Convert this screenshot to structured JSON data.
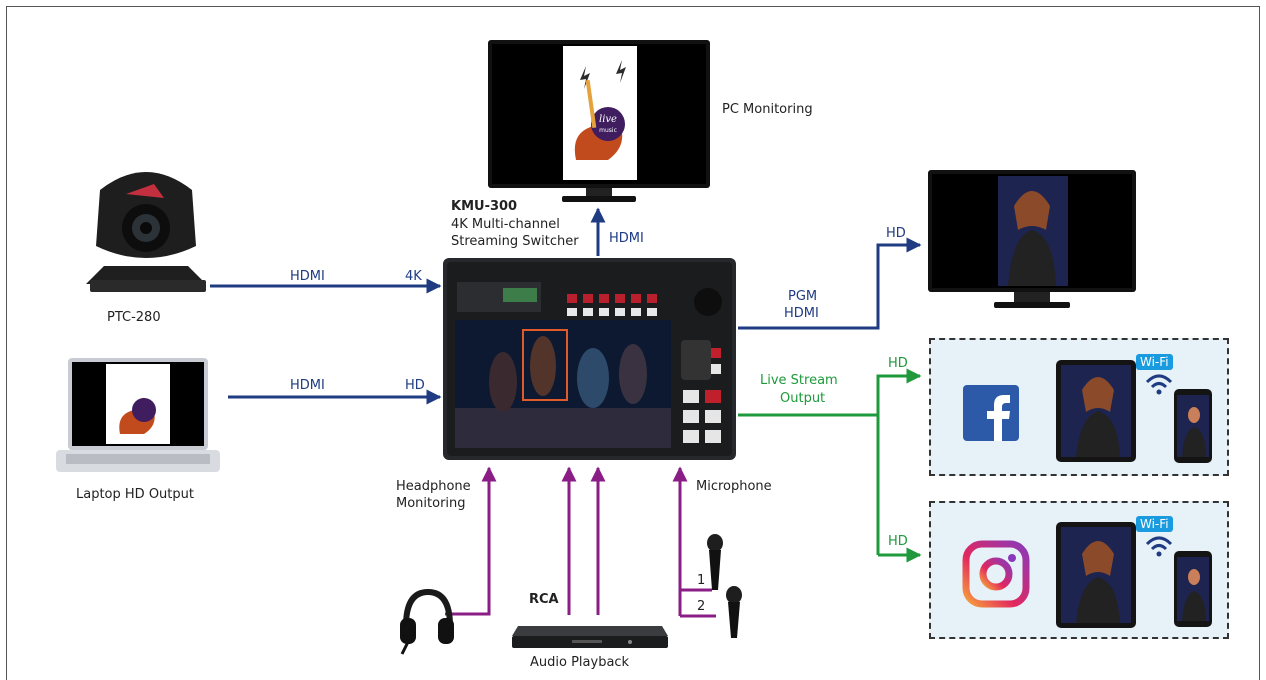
{
  "colors": {
    "video": "#1f3b82",
    "audio": "#8a1e86",
    "stream": "#1e9a3c",
    "panel_bg": "#e6f1f8"
  },
  "devices": {
    "pc_monitor": "PC Monitoring",
    "camera": "PTC-280",
    "laptop": "Laptop HD Output",
    "switcher_model": "KMU-300",
    "switcher_desc_1": "4K Multi-channel",
    "switcher_desc_2": "Streaming Switcher",
    "headphone_1": "Headphone",
    "headphone_2": "Monitoring",
    "microphone": "Microphone",
    "audio_playback": "Audio Playback",
    "rca": "RCA",
    "mic_1": "1",
    "mic_2": "2",
    "wifi_top": "Wi-Fi",
    "wifi_bottom": "Wi-Fi"
  },
  "connections": {
    "hdmi_camera": "HDMI",
    "res_camera": "4K",
    "hdmi_laptop": "HDMI",
    "res_laptop": "HD",
    "hdmi_pc": "HDMI",
    "pgm_1": "PGM",
    "pgm_2": "HDMI",
    "hd_monitor": "HD",
    "stream_1": "Live Stream",
    "stream_2": "Output",
    "hd_facebook": "HD",
    "hd_instagram": "HD"
  },
  "icons": [
    "camera-icon",
    "laptop-icon",
    "monitor-icon",
    "switcher-icon",
    "headphone-icon",
    "microphone-icon",
    "audio-player-icon",
    "facebook-icon",
    "instagram-icon",
    "tablet-icon",
    "phone-icon",
    "wifi-icon"
  ]
}
